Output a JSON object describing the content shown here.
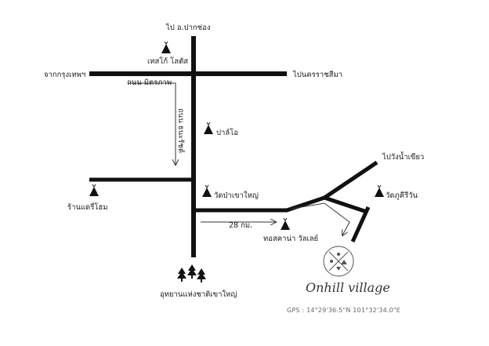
{
  "roads": {
    "to_pak_chong": "ไป อ.ปากช่อง",
    "from_bangkok": "จากกรุงเทพฯ",
    "to_korat": "ไปนครราชสีมา",
    "mittraphap_road": "ถนน มิตรภาพ",
    "thanarat_road": "ถนน ธนะรัชต์",
    "to_wang_nam_khiao": "ไปวังน้ำเขียว",
    "distance": "28 กม."
  },
  "landmarks": {
    "tesco_lotus": "เทสโก้ โลตัส",
    "ptt": "ปาล์โอ",
    "shop": "ร้านแดรี่โฮม",
    "wat_pa_khao_yai": "วัดป่าเขาใหญ่",
    "wat_phu_khiri": "วัดภูคีรีวัน",
    "golf": "ทอสคาน่า วัลเลย์",
    "national_park": "อุทยานแห่งชาติเขาใหญ่"
  },
  "destination": {
    "name": "Onhill village",
    "gps": "GPS : 14°29'36.5\"N 101°32'34.0\"E"
  },
  "icons": {
    "landmark": "tent-marker-icon",
    "park": "pine-tree-icon",
    "logo": "compass-emblem-icon"
  },
  "colors": {
    "road": "#111111",
    "background": "#ffffff"
  }
}
